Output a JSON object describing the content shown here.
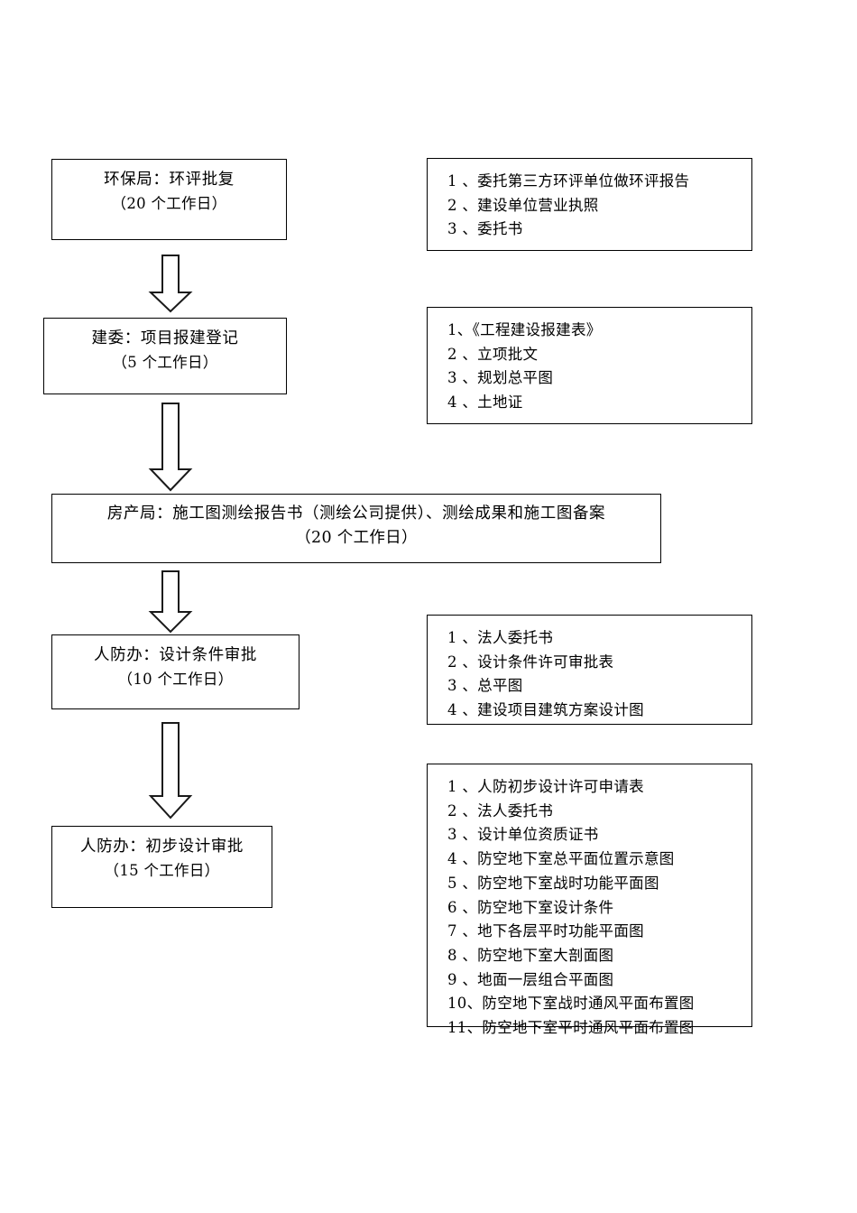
{
  "document": {
    "title": "项目审批流程图",
    "background_color": "#ffffff",
    "line_color": "#000000"
  },
  "flow": {
    "steps": [
      {
        "id": "step-epb-approval",
        "title": "环保局：环评批复",
        "duration": "（20 个工作日）"
      },
      {
        "id": "step-construction-registration",
        "title": "建委：项目报建登记",
        "duration": "（5 个工作日）"
      },
      {
        "id": "step-housing-survey",
        "title": "房产局：施工图测绘报告书（测绘公司提供）、测绘成果和施工图备案",
        "duration": "（20 个工作日）"
      },
      {
        "id": "step-civil-defense-conditions",
        "title": "人防办：设计条件审批",
        "duration": "（10 个工作日）"
      },
      {
        "id": "step-civil-defense-preliminary",
        "title": "人防办：初步设计审批",
        "duration": "（15 个工作日）"
      }
    ],
    "arrows": [
      {
        "id": "arrow-1",
        "from": "step-epb-approval",
        "to": "step-construction-registration",
        "direction": "down"
      },
      {
        "id": "arrow-2",
        "from": "step-construction-registration",
        "to": "step-housing-survey",
        "direction": "down"
      },
      {
        "id": "arrow-3",
        "from": "step-housing-survey",
        "to": "step-civil-defense-conditions",
        "direction": "down"
      },
      {
        "id": "arrow-4",
        "from": "step-civil-defense-conditions",
        "to": "step-civil-defense-preliminary",
        "direction": "down"
      }
    ]
  },
  "requirements": [
    {
      "id": "req-epb-approval",
      "for_step": "step-epb-approval",
      "items": [
        "1 、委托第三方环评单位做环评报告",
        "2 、建设单位营业执照",
        "3 、委托书"
      ]
    },
    {
      "id": "req-construction-registration",
      "for_step": "step-construction-registration",
      "items": [
        "1、《工程建设报建表》",
        "2 、立项批文",
        "3 、规划总平图",
        "4 、土地证"
      ]
    },
    {
      "id": "req-civil-defense-conditions",
      "for_step": "step-civil-defense-conditions",
      "items": [
        "1 、法人委托书",
        "2 、设计条件许可审批表",
        "3 、总平图",
        "4 、建设项目建筑方案设计图"
      ]
    },
    {
      "id": "req-civil-defense-preliminary",
      "for_step": "step-civil-defense-preliminary",
      "items": [
        "1 、人防初步设计许可申请表",
        "2 、法人委托书",
        "3 、设计单位资质证书",
        "4 、防空地下室总平面位置示意图",
        "5 、防空地下室战时功能平面图",
        "6 、防空地下室设计条件",
        "7 、地下各层平时功能平面图",
        "8 、防空地下室大剖面图",
        "9 、地面一层组合平面图",
        "10、防空地下室战时通风平面布置图",
        "11、防空地下室平时通风平面布置图"
      ]
    }
  ]
}
